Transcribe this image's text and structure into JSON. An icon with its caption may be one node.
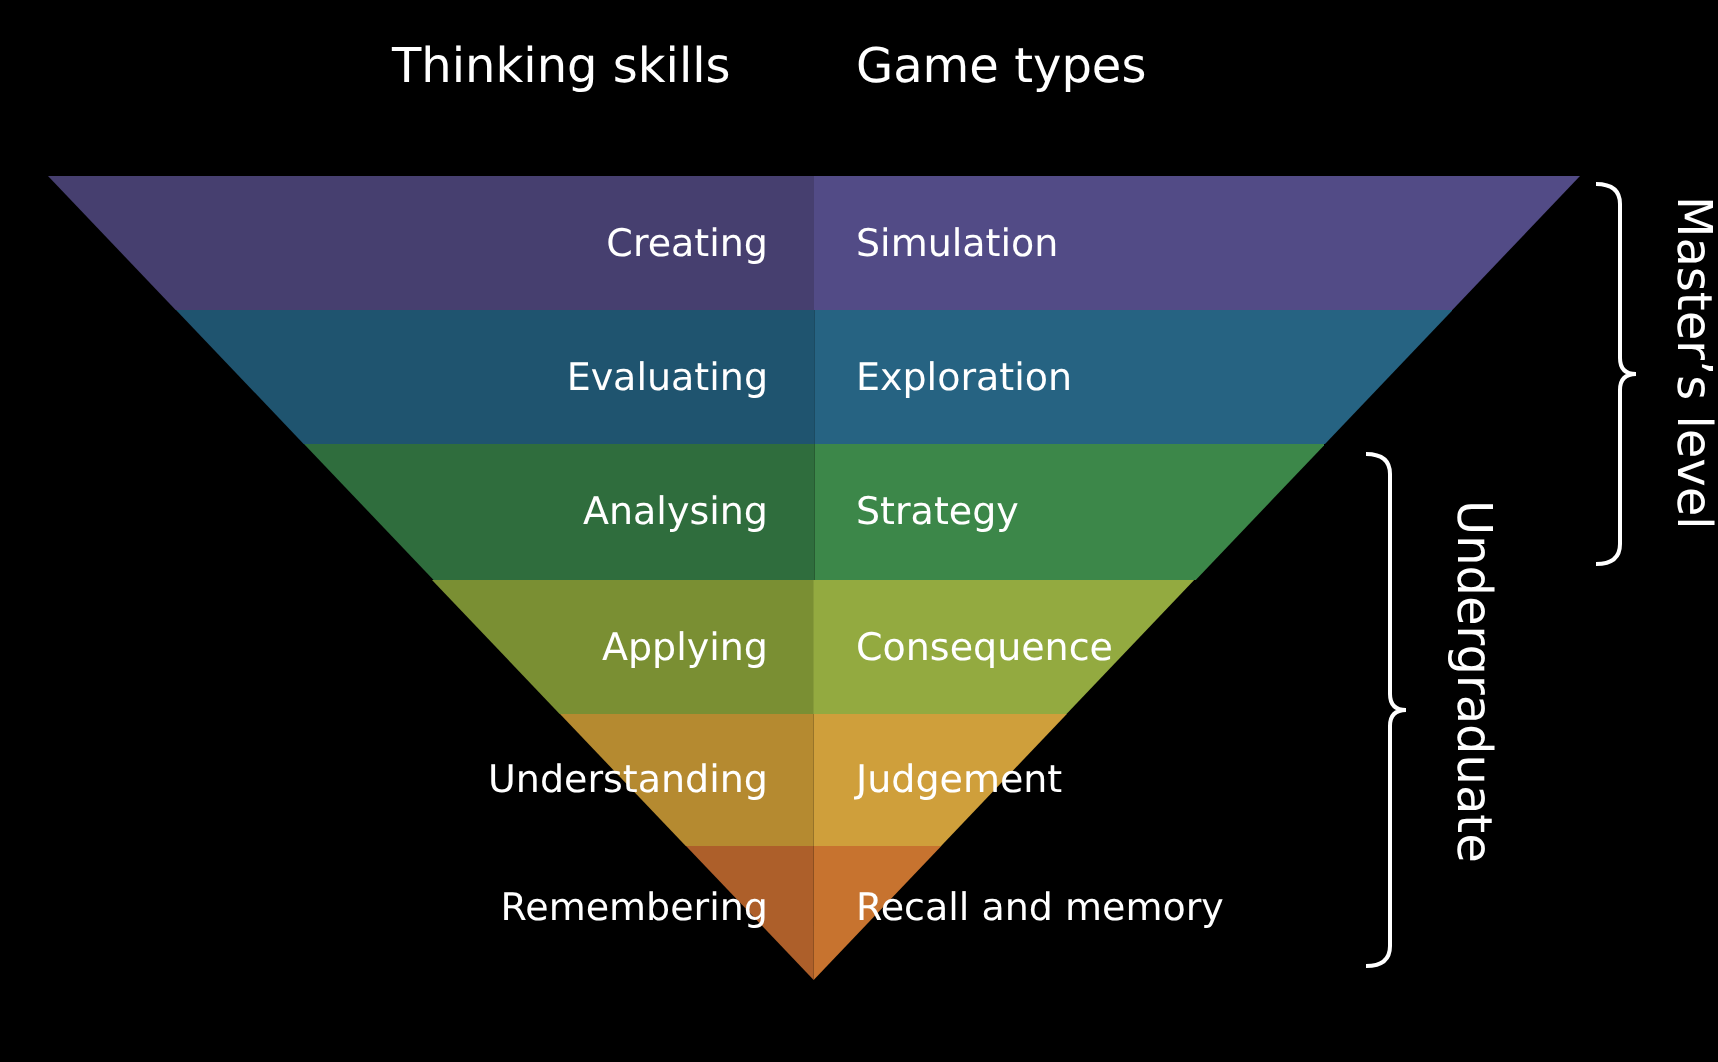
{
  "diagram": {
    "nodes": [
      {
        "text": [
          "Creating",
          "Simulation"
        ]
      },
      {
        "text": [
          "Evaluating",
          "Exploration"
        ]
      },
      {
        "text": [
          "Analysing",
          "Strategy"
        ]
      },
      {
        "text": [
          "Applying",
          "Consequence"
        ]
      },
      {
        "text": [
          "Understanding",
          "Judgement"
        ]
      },
      {
        "text": [
          "Remembering",
          "Recall and memory"
        ]
      }
    ],
    "labels": [
      "Thinking skills",
      "Game types",
      "Master’s level",
      "Undergraduate"
    ]
  }
}
